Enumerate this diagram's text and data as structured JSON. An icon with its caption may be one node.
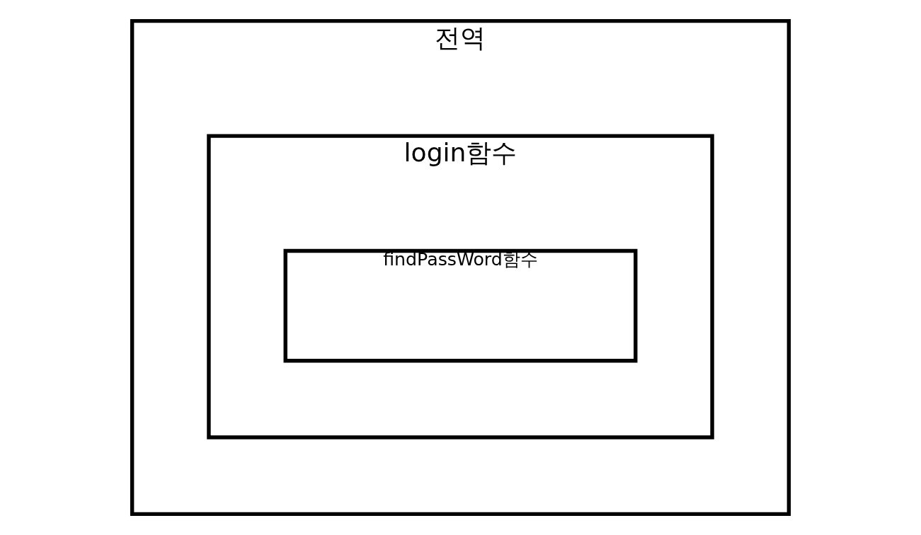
{
  "diagram": {
    "nodes": [
      {
        "text": [
          "전역"
        ]
      },
      {
        "text": [
          "login함수"
        ],
        "in": 0
      },
      {
        "text": [
          "findPassWord함수"
        ],
        "in": 1
      }
    ]
  }
}
